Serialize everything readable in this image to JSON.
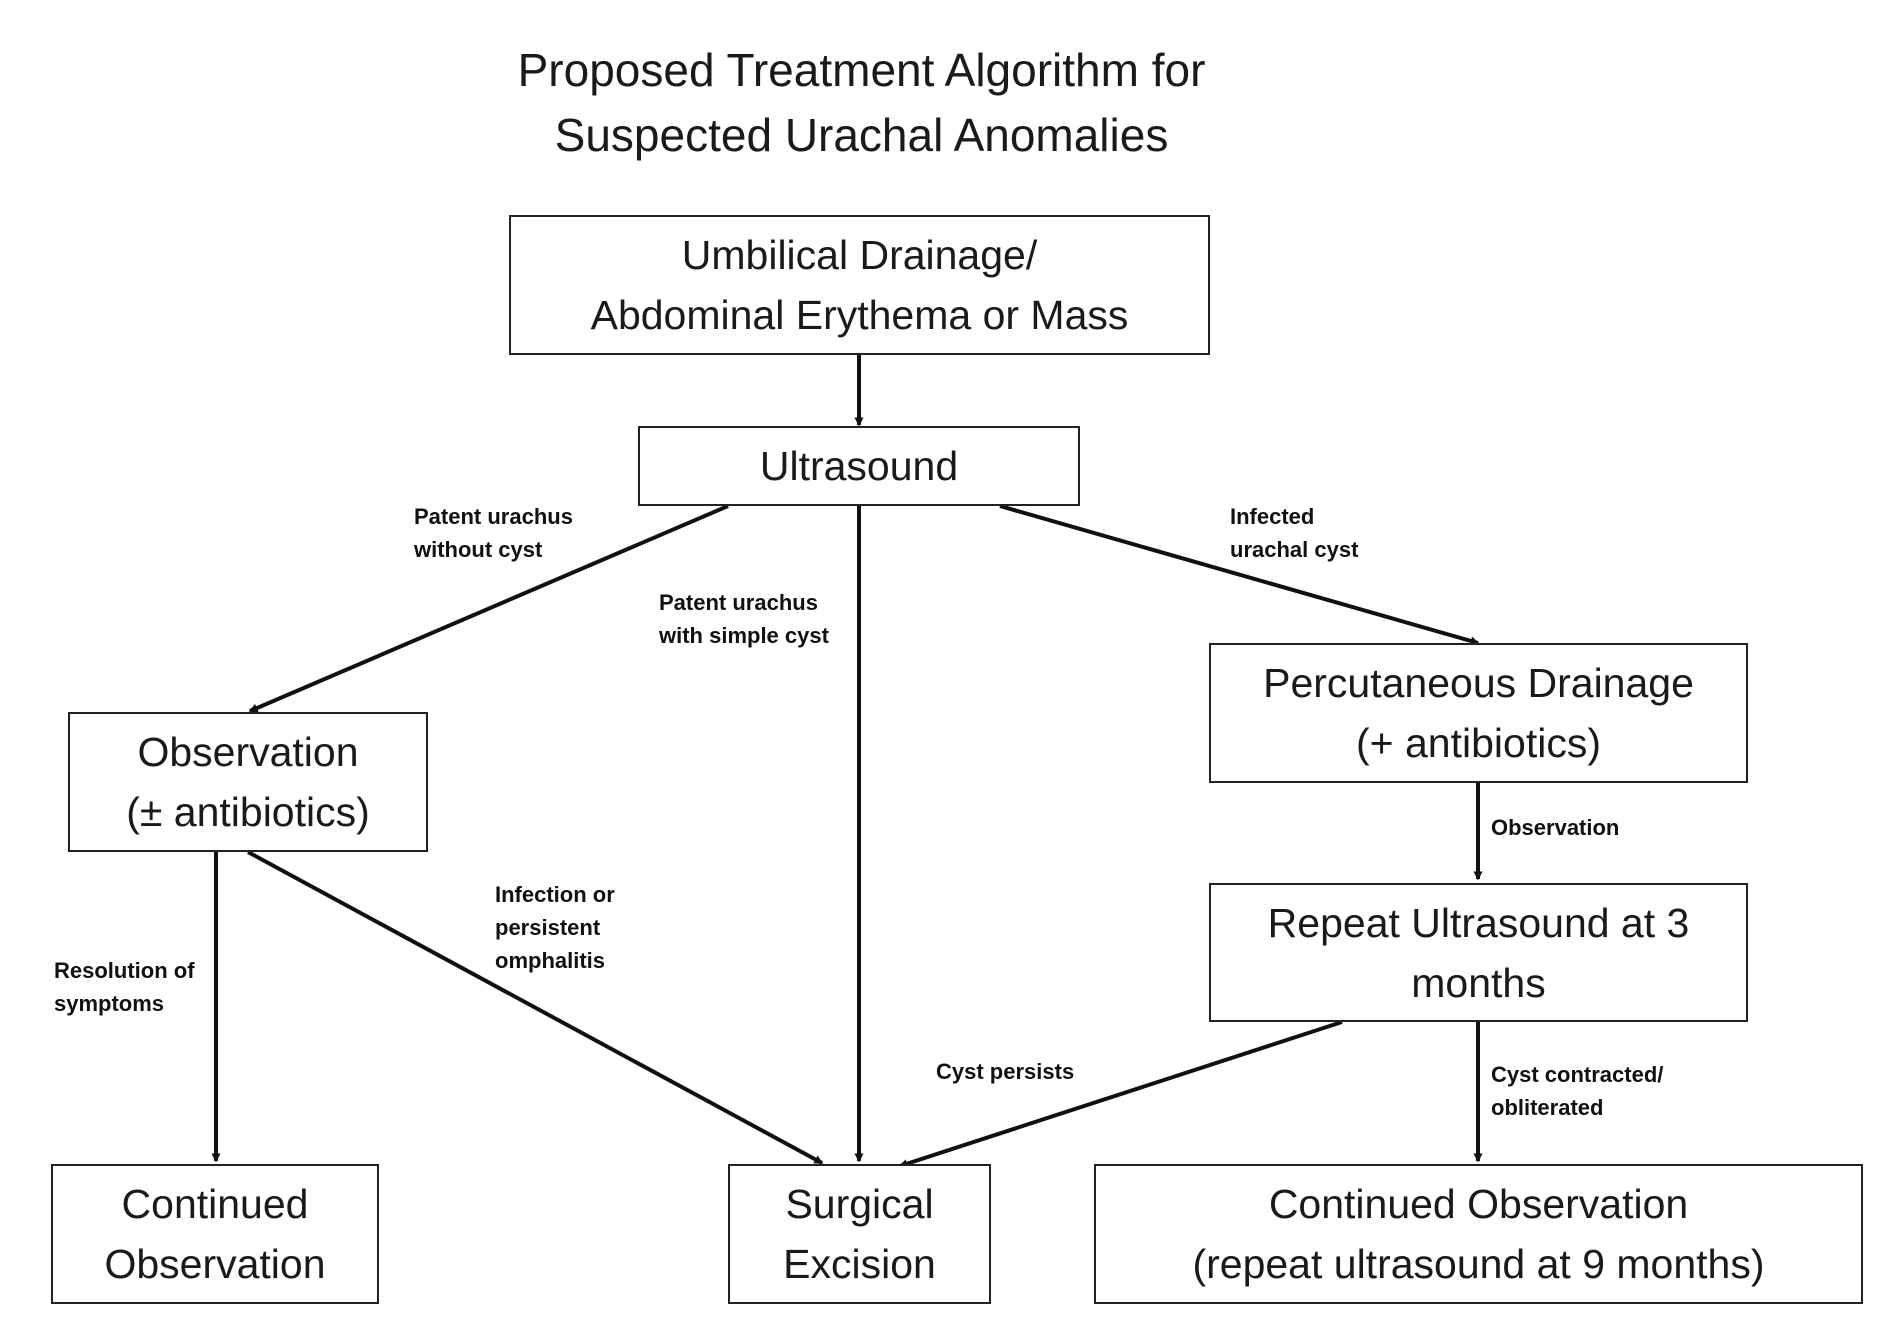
{
  "title": {
    "line1": "Proposed Treatment Algorithm for",
    "line2": "Suspected Urachal Anomalies"
  },
  "nodes": {
    "symptoms": [
      "Umbilical Drainage/",
      "Abdominal Erythema or Mass"
    ],
    "ultrasound": [
      "Ultrasound"
    ],
    "observation": [
      "Observation",
      "(± antibiotics)"
    ],
    "percutaneous": [
      "Percutaneous Drainage",
      "(+ antibiotics)"
    ],
    "repeat_ultrasound": [
      "Repeat Ultrasound at 3",
      "months"
    ],
    "continued_observation": [
      "Continued",
      "Observation"
    ],
    "surgical_excision": [
      "Surgical",
      "Excision"
    ],
    "continued_observation_repeat": [
      "Continued Observation",
      "(repeat ultrasound at 9 months)"
    ]
  },
  "edges": {
    "patent_without_cyst": [
      "Patent urachus",
      "without cyst"
    ],
    "patent_simple_cyst": [
      "Patent urachus",
      "with simple cyst"
    ],
    "infected_cyst": [
      "Infected",
      "urachal cyst"
    ],
    "observation_after_drainage": [
      "Observation"
    ],
    "resolution": [
      "Resolution of",
      "symptoms"
    ],
    "infection_persistent": [
      "Infection or",
      "persistent",
      "omphalitis"
    ],
    "cyst_persists": [
      "Cyst persists"
    ],
    "cyst_contracted": [
      "Cyst contracted/",
      "obliterated"
    ]
  },
  "colors": {
    "stroke": "#111111",
    "box_border": "#222222",
    "background": "#ffffff"
  }
}
